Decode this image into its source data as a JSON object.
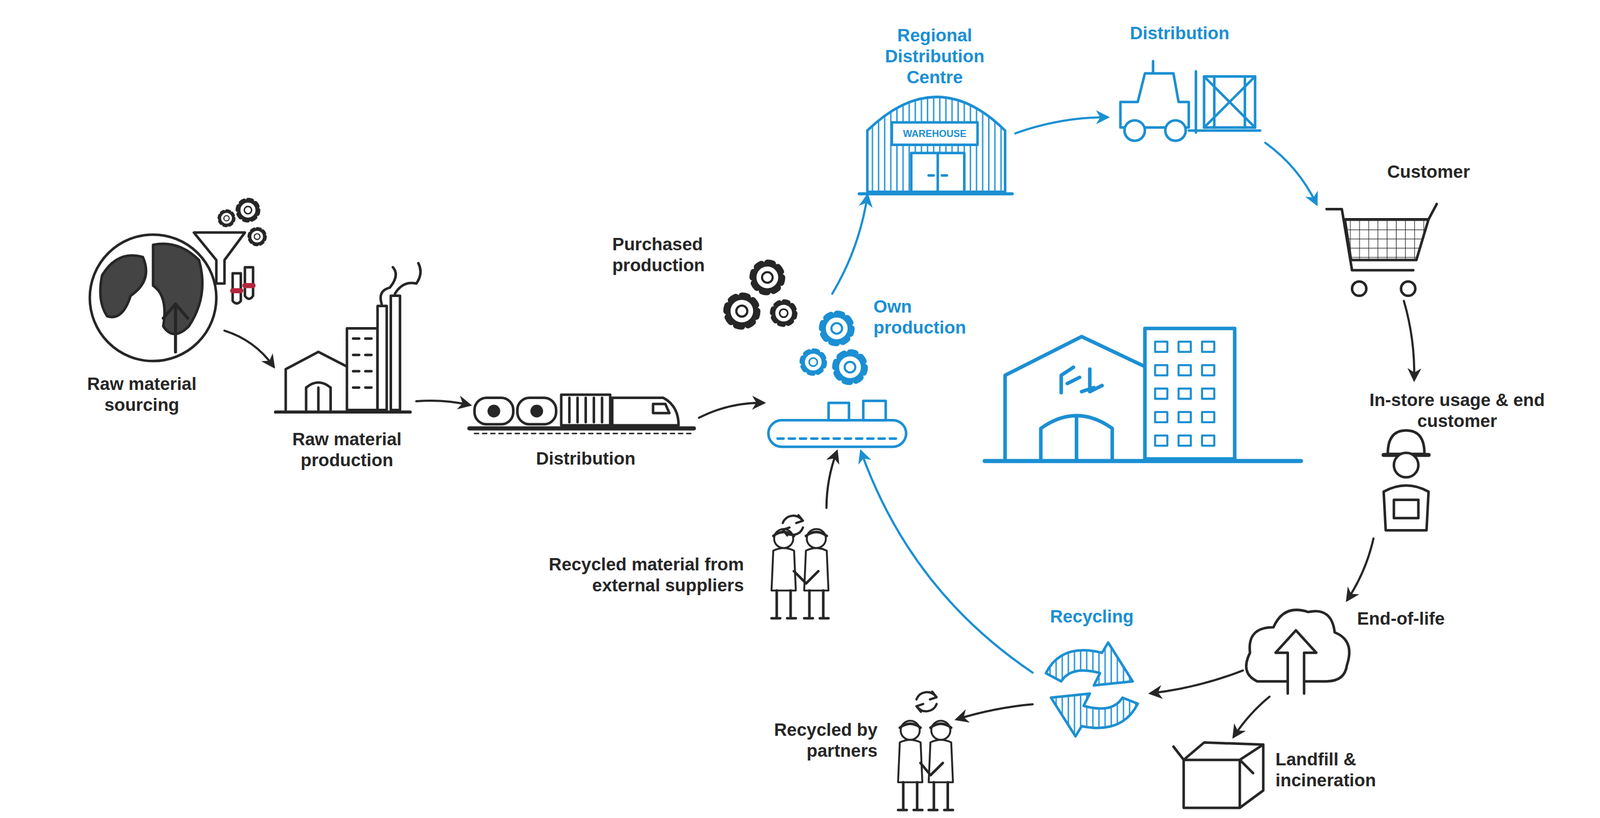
{
  "diagram": {
    "nodes": [
      {
        "text": [
          "Raw material sourcing"
        ]
      },
      {
        "text": [
          "Raw material production"
        ]
      },
      {
        "text": [
          "Distribution"
        ]
      },
      {
        "text": [
          "Purchased production"
        ]
      },
      {
        "text": [
          "Own production"
        ]
      },
      {
        "text": [
          "Regional Distribution Centre"
        ]
      },
      {
        "text": [
          "Distribution"
        ]
      },
      {
        "text": [
          "Customer"
        ]
      },
      {
        "text": [
          "In-store usage & end customer"
        ]
      },
      {
        "text": [
          "End-of-life"
        ]
      },
      {
        "text": [
          "Recycling"
        ]
      },
      {
        "text": [
          "Landfill & incineration"
        ]
      },
      {
        "text": [
          "Recycled by partners"
        ]
      },
      {
        "text": [
          "Recycled material from external suppliers"
        ]
      }
    ],
    "edges": [
      {
        "from": 0,
        "to": 1,
        "arrow": "to"
      },
      {
        "from": 1,
        "to": 2,
        "arrow": "to"
      },
      {
        "from": 2,
        "to": 4,
        "arrow": "to"
      },
      {
        "from": 4,
        "to": 5,
        "arrow": "to"
      },
      {
        "from": 5,
        "to": 6,
        "arrow": "to"
      },
      {
        "from": 6,
        "to": 7,
        "arrow": "to"
      },
      {
        "from": 7,
        "to": 8,
        "arrow": "to"
      },
      {
        "from": 8,
        "to": 9,
        "arrow": "to"
      },
      {
        "from": 9,
        "to": 10,
        "arrow": "to"
      },
      {
        "from": 9,
        "to": 11,
        "arrow": "to"
      },
      {
        "from": 10,
        "to": 4,
        "arrow": "to"
      },
      {
        "from": 10,
        "to": 12,
        "arrow": "to"
      },
      {
        "from": 13,
        "to": 4,
        "arrow": "to"
      }
    ],
    "labels": [
      "WAREHOUSE"
    ]
  }
}
